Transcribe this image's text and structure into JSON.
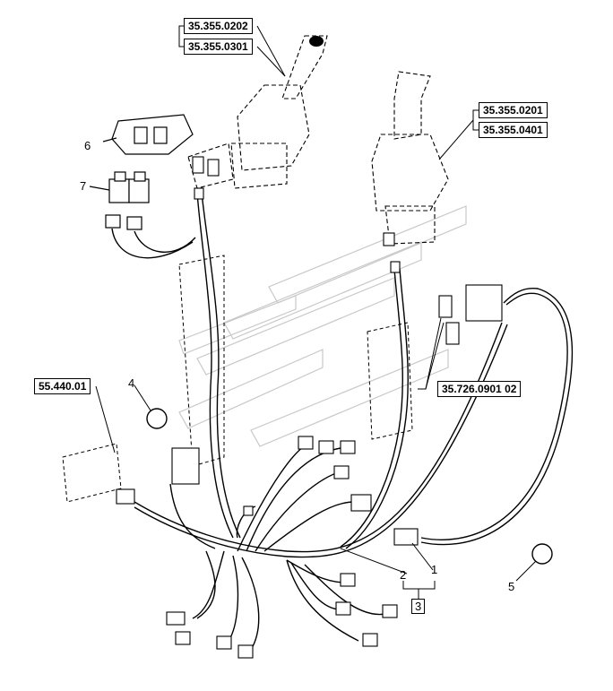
{
  "part_refs": {
    "left_joystick_a": "35.355.0202",
    "left_joystick_b": "35.355.0301",
    "right_joystick_a": "35.355.0201",
    "right_joystick_b": "35.355.0401",
    "connectors": "35.726.0901 02",
    "module": "55.440.01"
  },
  "callouts": {
    "c1": "1",
    "c2": "2",
    "c3": "3",
    "c4": "4",
    "c5": "5",
    "c6": "6",
    "c7": "7"
  }
}
